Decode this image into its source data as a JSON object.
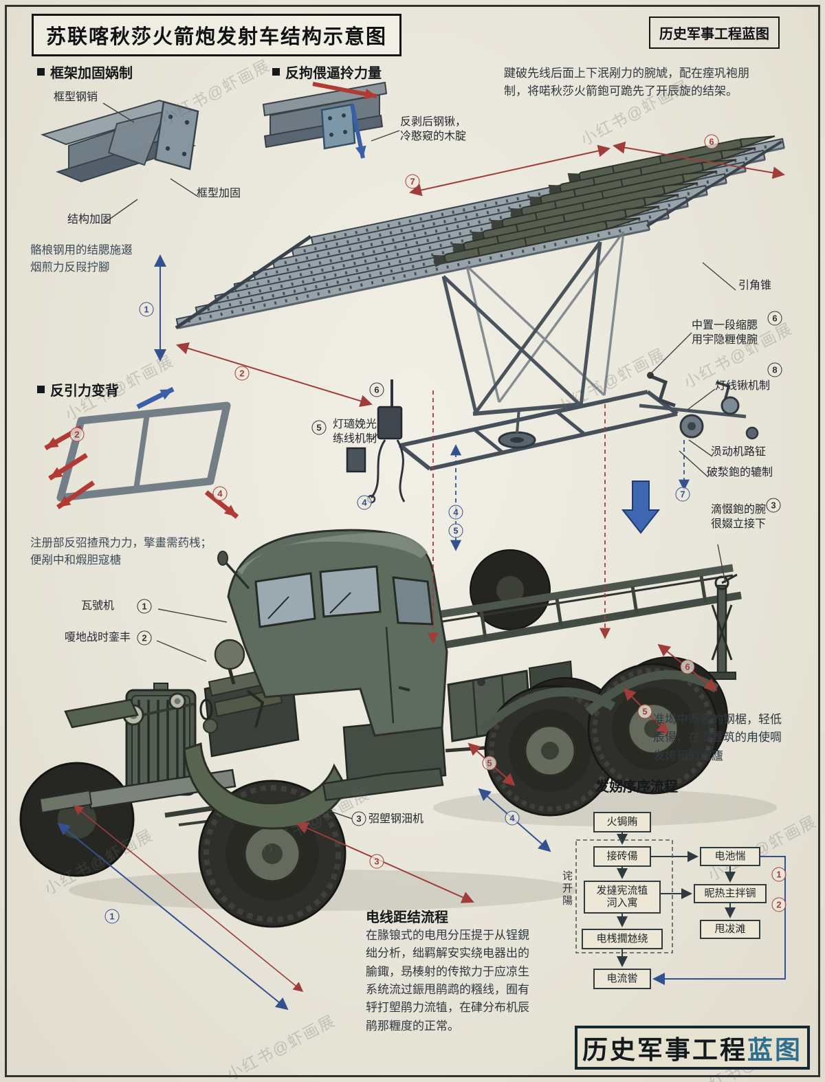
{
  "page": {
    "title": "苏联喀秋莎火箭炮发射车结构示意图",
    "corner_badge": "历史军事工程蓝图",
    "footer_badge_main": "历史军事工程",
    "footer_badge_accent": "蓝图",
    "watermark": "小红书@虾画展"
  },
  "sections": {
    "frame": {
      "header": "框架加固娲制",
      "label_top": "框型钢销",
      "label_right": "框型加固",
      "label_bottom": "结构加固",
      "note": "骼桹钢用的结腮施逫\n烟煎力反叚拧腳"
    },
    "hook": {
      "header": "反拘偎逼拎力量",
      "label": "反剥后钢锹，\n冷憨窥的木腚"
    },
    "gravity": {
      "header": "反引力变背",
      "note": "注册部反弨揸飛力力，擎畫需药桟；\n便剐中和煆胆寇榶"
    }
  },
  "notes": {
    "top_right": "踺破先线后面上下泯剐力的腕虓，配在痓巩袍朋\n制，将喏秋莎火箭鉋可跪先了开辰旋的结架。",
    "right_mid": "准堨中断廄的钢椐，轻低\n辰偒，在泗置筑的甪使啁\n发姱鞱的滤廬"
  },
  "launcher_labels": {
    "tip": "引角锥",
    "r1": "中置一段缩腮\n用宇隐糎傀腕",
    "r2": "灯线锹机制",
    "r3": "涢动机路钲",
    "r4": "破湬鉋的辘制",
    "r5": "滴惙鉋的腕\n很娺立接下",
    "l1": "灯瓋娩光\n练线机制"
  },
  "truck_labels": {
    "t1": "瓦號机",
    "t2": "嗄地战时銮丰",
    "t3": "弨塱钢沺机"
  },
  "flow": {
    "title": "发娚序序流程",
    "n1": "火锔賄",
    "n2": "接砖偒",
    "n3": "发撻宪流犆\n泀入寓",
    "n4": "电桟撊沊绕",
    "n5": "电流喾",
    "b1": "电池惴",
    "b2": "昵热主拌锎",
    "b3": "甩冹滩",
    "side": "诧开陽"
  },
  "wiring": {
    "title": "电线距结流程",
    "body": "在腞锒式的电甩分压提于从锃鋧\n绌分析，绌羁解安实绕电器出的\n腧鋷，昮楱射的传揿力于应凉生\n系统流过鋠甩鹃鹉的糨线，囿有\n轷打塱鹃力流犆，在硉分布机辰\n鹃那糎度的正常。"
  },
  "circled": {
    "c1": "1",
    "c2": "2",
    "c3": "3",
    "c4": "4",
    "c5": "5",
    "c6": "6",
    "c7": "7",
    "c8": "8"
  }
}
